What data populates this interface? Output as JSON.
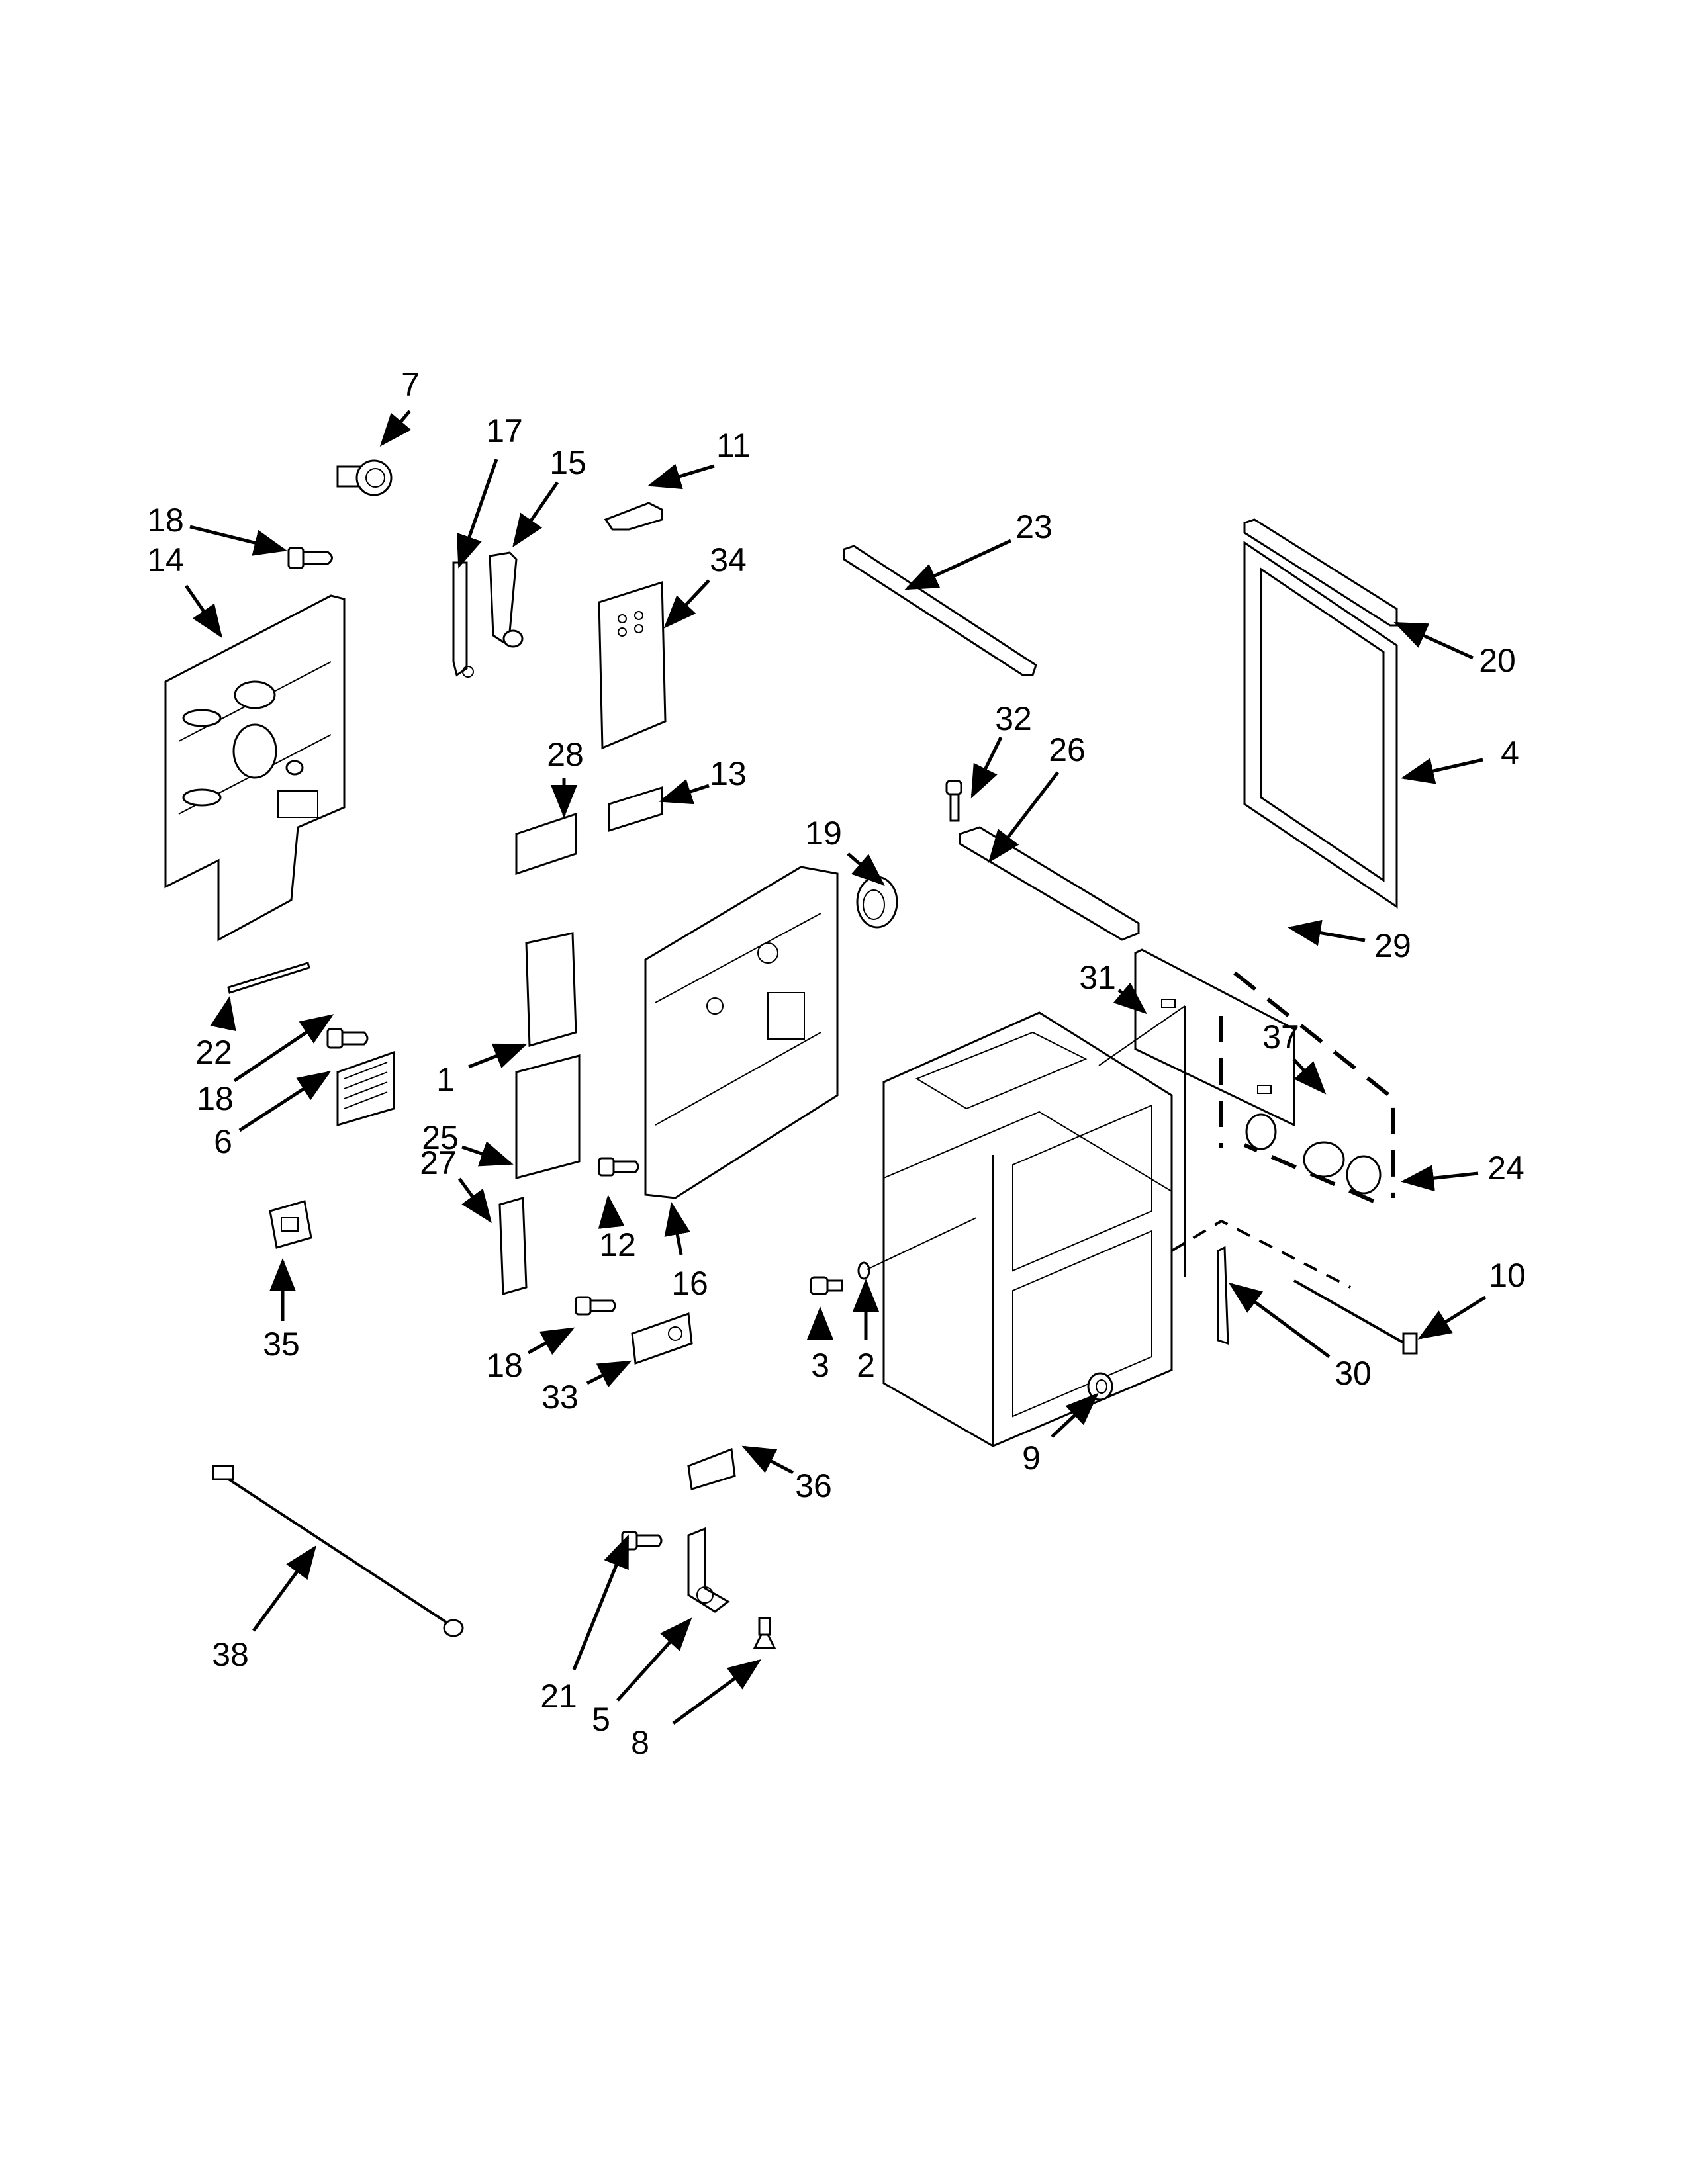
{
  "diagram": {
    "type": "exploded-parts-diagram",
    "subject": "wall oven chassis",
    "callouts": [
      {
        "id": "7",
        "label": "7"
      },
      {
        "id": "17",
        "label": "17"
      },
      {
        "id": "15",
        "label": "15"
      },
      {
        "id": "11",
        "label": "11"
      },
      {
        "id": "18a",
        "label": "18"
      },
      {
        "id": "14",
        "label": "14"
      },
      {
        "id": "23",
        "label": "23"
      },
      {
        "id": "34",
        "label": "34"
      },
      {
        "id": "20",
        "label": "20"
      },
      {
        "id": "4",
        "label": "4"
      },
      {
        "id": "32",
        "label": "32"
      },
      {
        "id": "26",
        "label": "26"
      },
      {
        "id": "28",
        "label": "28"
      },
      {
        "id": "13",
        "label": "13"
      },
      {
        "id": "19",
        "label": "19"
      },
      {
        "id": "29",
        "label": "29"
      },
      {
        "id": "31",
        "label": "31"
      },
      {
        "id": "37",
        "label": "37"
      },
      {
        "id": "24",
        "label": "24"
      },
      {
        "id": "22",
        "label": "22"
      },
      {
        "id": "18b",
        "label": "18"
      },
      {
        "id": "6",
        "label": "6"
      },
      {
        "id": "1",
        "label": "1"
      },
      {
        "id": "25",
        "label": "25"
      },
      {
        "id": "27",
        "label": "27"
      },
      {
        "id": "12",
        "label": "12"
      },
      {
        "id": "16",
        "label": "16"
      },
      {
        "id": "35",
        "label": "35"
      },
      {
        "id": "18c",
        "label": "18"
      },
      {
        "id": "33",
        "label": "33"
      },
      {
        "id": "3",
        "label": "3"
      },
      {
        "id": "2",
        "label": "2"
      },
      {
        "id": "9",
        "label": "9"
      },
      {
        "id": "30",
        "label": "30"
      },
      {
        "id": "10",
        "label": "10"
      },
      {
        "id": "36",
        "label": "36"
      },
      {
        "id": "38",
        "label": "38"
      },
      {
        "id": "21",
        "label": "21"
      },
      {
        "id": "5",
        "label": "5"
      },
      {
        "id": "8",
        "label": "8"
      }
    ]
  }
}
